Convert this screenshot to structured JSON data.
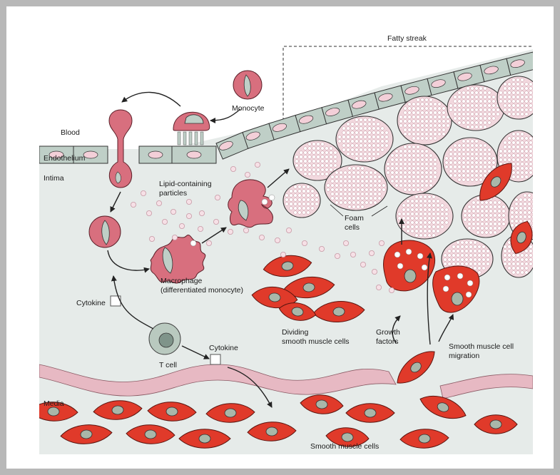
{
  "labels": {
    "fatty_streak": "Fatty streak",
    "monocyte": "Monocyte",
    "blood": "Blood",
    "endothelium": "Endothelium",
    "intima": "Intima",
    "lipid_particles_1": "Lipid-containing",
    "lipid_particles_2": "particles",
    "foam_cells_1": "Foam",
    "foam_cells_2": "cells",
    "macrophage_1": "Macrophage",
    "macrophage_2": "(differentiated monocyte)",
    "cytokine_left": "Cytokine",
    "cytokine_right": "Cytokine",
    "t_cell": "T cell",
    "dividing_smc_1": "Dividing",
    "dividing_smc_2": "smooth muscle cells",
    "growth_factors_1": "Growth",
    "growth_factors_2": "factors",
    "smc_migration_1": "Smooth muscle cell",
    "smc_migration_2": "migration",
    "media": "Media",
    "smooth_muscle_cells": "Smooth muscle cells"
  },
  "colors": {
    "tissue_background": "#e6ebe9",
    "endothelium_fill": "#bfcfc7",
    "cell_nucleus_pink": "#f3cfd8",
    "monocyte_macrophage": "#d86f7e",
    "smooth_muscle_red": "#e03a2a",
    "smooth_muscle_nucleus": "#a9b7a9",
    "foam_cell_fill": "#f2d8de",
    "lipid_droplet": "#f6e0e6",
    "elastic_lamina": "#e7b9c3",
    "t_cell_fill": "#b9c9bf",
    "outline": "#333333"
  }
}
